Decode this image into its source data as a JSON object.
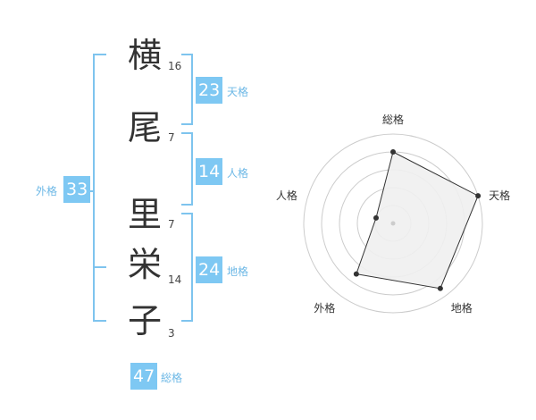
{
  "name": {
    "chars": [
      {
        "char": "横",
        "strokes": "16"
      },
      {
        "char": "尾",
        "strokes": "7"
      },
      {
        "char": "里",
        "strokes": "7"
      },
      {
        "char": "栄",
        "strokes": "14"
      },
      {
        "char": "子",
        "strokes": "3"
      }
    ]
  },
  "fortunes": {
    "tenkaku": {
      "value": "23",
      "label": "天格"
    },
    "jinkaku": {
      "value": "14",
      "label": "人格"
    },
    "chikaku": {
      "value": "24",
      "label": "地格"
    },
    "gaikaku": {
      "value": "33",
      "label": "外格"
    },
    "soukaku": {
      "value": "47",
      "label": "総格"
    }
  },
  "colors": {
    "accent": "#7ec8f3",
    "bracket": "#7ec4ee",
    "label": "#6db8e6",
    "radar_fill": "#f0f0f0",
    "radar_line": "#333333",
    "grid": "#cccccc"
  },
  "chart_data": {
    "type": "radar",
    "axes": [
      "総格",
      "天格",
      "地格",
      "外格",
      "人格"
    ],
    "values": [
      4,
      5,
      4.5,
      3.5,
      1
    ],
    "rmax": 5,
    "rings": 5
  }
}
